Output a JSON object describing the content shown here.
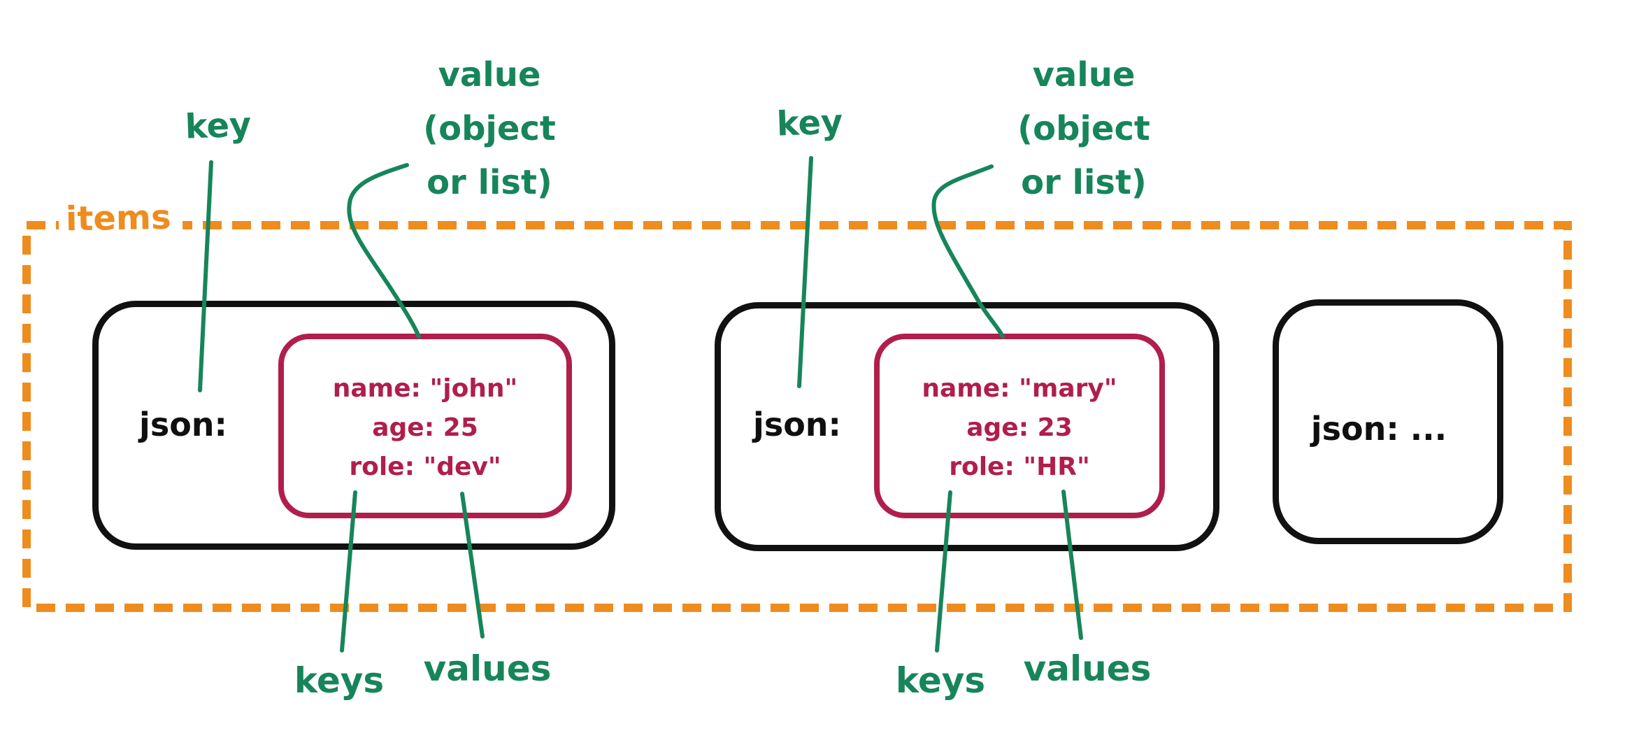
{
  "colors": {
    "green": "#17855A",
    "orange": "#EE8C1E",
    "crimson": "#B01E4C",
    "ink": "#0F0F0F"
  },
  "items_group": {
    "label": "items"
  },
  "annotation_groups": [
    {
      "key": "key",
      "value_lines": [
        "value",
        "(object",
        "or list)"
      ],
      "keys": "keys",
      "values": "values"
    },
    {
      "key": "key",
      "value_lines": [
        "value",
        "(object",
        "or list)"
      ],
      "keys": "keys",
      "values": "values"
    }
  ],
  "cards": [
    {
      "key_label": "json:",
      "object_lines": [
        "name: \"john\"",
        "age: 25",
        "role: \"dev\""
      ]
    },
    {
      "key_label": "json:",
      "object_lines": [
        "name: \"mary\"",
        "age: 23",
        "role: \"HR\""
      ]
    },
    {
      "key_label": "json: ..."
    }
  ]
}
